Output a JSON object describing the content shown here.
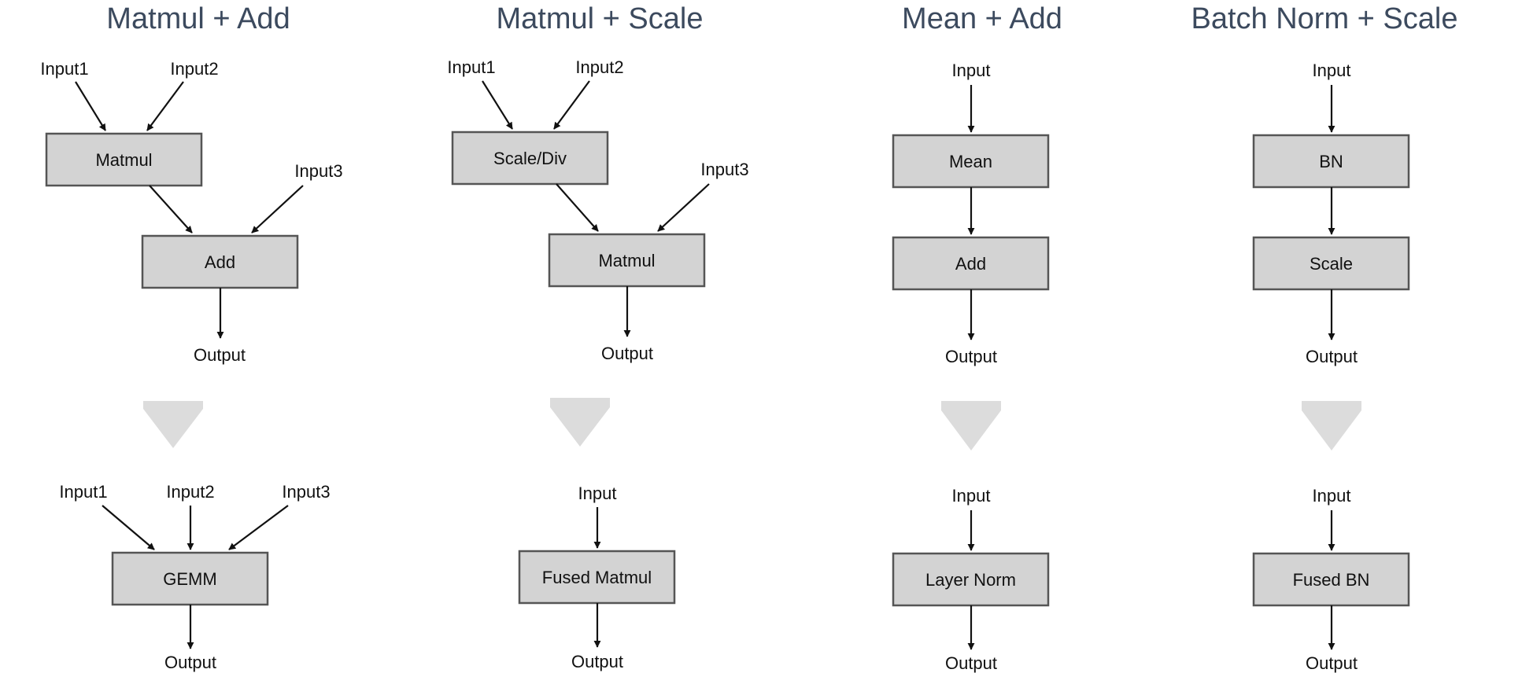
{
  "panels": [
    {
      "title": "Matmul + Add",
      "before": {
        "inputs": [
          "Input1",
          "Input2",
          "Input3"
        ],
        "nodes": [
          "Matmul",
          "Add"
        ],
        "output": "Output"
      },
      "after": {
        "inputs": [
          "Input1",
          "Input2",
          "Input3"
        ],
        "node": "GEMM",
        "output": "Output"
      }
    },
    {
      "title": "Matmul + Scale",
      "before": {
        "inputs": [
          "Input1",
          "Input2",
          "Input3"
        ],
        "nodes": [
          "Scale/Div",
          "Matmul"
        ],
        "output": "Output"
      },
      "after": {
        "inputs": [
          "Input"
        ],
        "node": "Fused Matmul",
        "output": "Output"
      }
    },
    {
      "title": "Mean + Add",
      "before": {
        "inputs": [
          "Input"
        ],
        "nodes": [
          "Mean",
          "Add"
        ],
        "output": "Output"
      },
      "after": {
        "inputs": [
          "Input"
        ],
        "node": "Layer Norm",
        "output": "Output"
      }
    },
    {
      "title": "Batch Norm + Scale",
      "before": {
        "inputs": [
          "Input"
        ],
        "nodes": [
          "BN",
          "Scale"
        ],
        "output": "Output"
      },
      "after": {
        "inputs": [
          "Input"
        ],
        "node": "Fused BN",
        "output": "Output"
      }
    }
  ],
  "colors": {
    "title": "#3c4a5e",
    "box_fill": "#d3d3d3",
    "box_stroke": "#555555",
    "transform_arrow": "#dcdcdc"
  }
}
